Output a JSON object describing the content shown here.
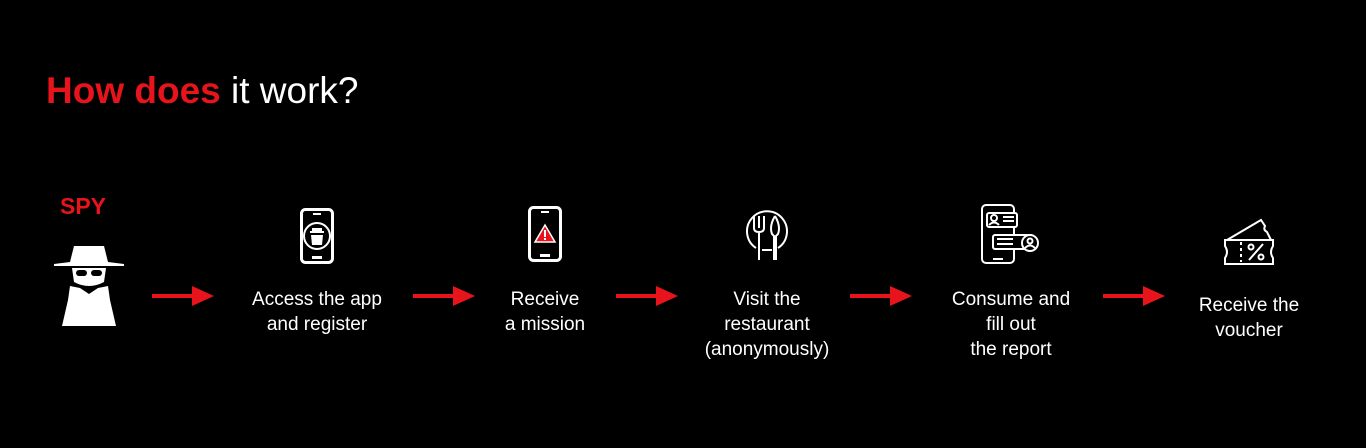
{
  "title": {
    "highlight": "How does",
    "rest": " it work?"
  },
  "spy_label": "SPY",
  "accent_color": "#e8141c",
  "steps": [
    {
      "icon": "phone-spy-icon",
      "line1": "Access the app",
      "line2": "and register",
      "line3": ""
    },
    {
      "icon": "phone-warning-icon",
      "line1": "Receive",
      "line2": "a mission",
      "line3": ""
    },
    {
      "icon": "plate-cutlery-icon",
      "line1": "Visit the",
      "line2": "restaurant",
      "line3": "(anonymously)"
    },
    {
      "icon": "phone-chat-report-icon",
      "line1": "Consume and",
      "line2": "fill out",
      "line3": "the report"
    },
    {
      "icon": "voucher-ticket-icon",
      "line1": "Receive the",
      "line2": "voucher",
      "line3": ""
    }
  ]
}
